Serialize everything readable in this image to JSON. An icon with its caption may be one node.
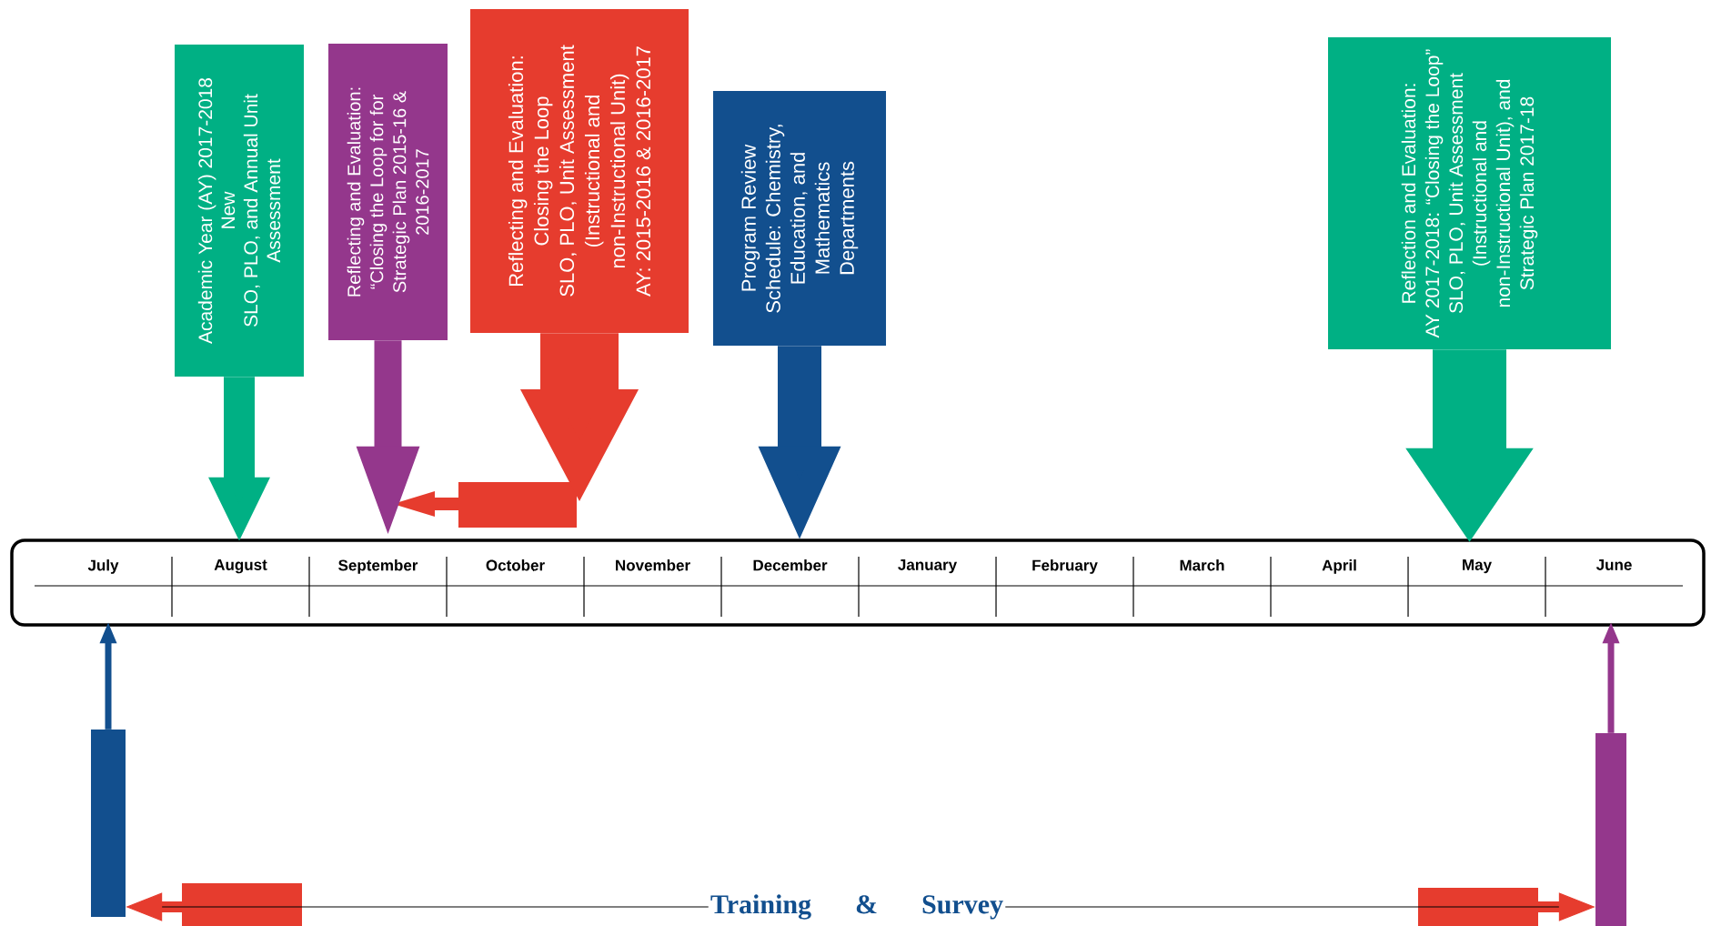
{
  "diagram": {
    "nodes": [
      {
        "text": [
          "Academic Year (AY) 2017-2018",
          "New",
          "SLO, PLO, and Annual Unit Assessment"
        ]
      },
      {
        "text": [
          "Reflecting and Evaluation:",
          "“Closing the Loop for for Strategic Plan 2015-16 & 2016-2017"
        ]
      },
      {
        "text": [
          "Reflecting and Evaluation:",
          "Closing the Loop",
          "SLO, PLO, Unit Assessment (Instructional and non-Instructional Unit)",
          "AY: 2015-2016 & 2016-2017"
        ]
      },
      {
        "text": [
          "Program Review Schedule: Chemistry, Education, and Mathematics Departments"
        ]
      },
      {
        "text": [
          "Reflection and Evaluation:",
          "AY 2017-2018: “Closing the Loop”",
          "SLO, PLO, Unit Assessment (Instructional and non-Instructional Unit), and Strategic Plan 2017-18"
        ]
      },
      {
        "text": [],
        "shape": "box"
      },
      {
        "text": [
          "July"
        ],
        "in": 5
      },
      {
        "text": [
          "August"
        ],
        "in": 5
      },
      {
        "text": [
          "September"
        ],
        "in": 5
      },
      {
        "text": [
          "October"
        ],
        "in": 5
      },
      {
        "text": [
          "November"
        ],
        "in": 5
      },
      {
        "text": [
          "December"
        ],
        "in": 5
      },
      {
        "text": [
          "January"
        ],
        "in": 5
      },
      {
        "text": [
          "February"
        ],
        "in": 5
      },
      {
        "text": [
          "March"
        ],
        "in": 5
      },
      {
        "text": [
          "April"
        ],
        "in": 5
      },
      {
        "text": [
          "May"
        ],
        "in": 5
      },
      {
        "text": [
          "June"
        ],
        "in": 5
      },
      {
        "text": [],
        "shape": "bar"
      },
      {
        "text": [],
        "shape": "bar"
      },
      {
        "text": [
          "Training & Survey"
        ]
      }
    ],
    "edges": [
      {
        "from": 0,
        "to": 7,
        "arrow": "to",
        "color": "#00b084"
      },
      {
        "from": 1,
        "to": 8,
        "arrow": "to",
        "color": "#94378c"
      },
      {
        "from": 2,
        "to": null,
        "arrow": "to",
        "style": "thick",
        "color": "#e63c2e"
      },
      {
        "from": 3,
        "to": 11,
        "arrow": "to",
        "color": "#124f8e"
      },
      {
        "from": 4,
        "to": 16,
        "arrow": "to",
        "style": "thick",
        "color": "#00b084"
      },
      {
        "from": 18,
        "to": 6,
        "arrow": "to",
        "color": "#124f8e"
      },
      {
        "from": 19,
        "to": 17,
        "arrow": "to",
        "color": "#94378c"
      },
      {
        "from": 20,
        "to": 18,
        "arrow": "to",
        "color": "#000000"
      },
      {
        "from": 20,
        "to": 19,
        "arrow": "to",
        "color": "#000000"
      }
    ]
  }
}
